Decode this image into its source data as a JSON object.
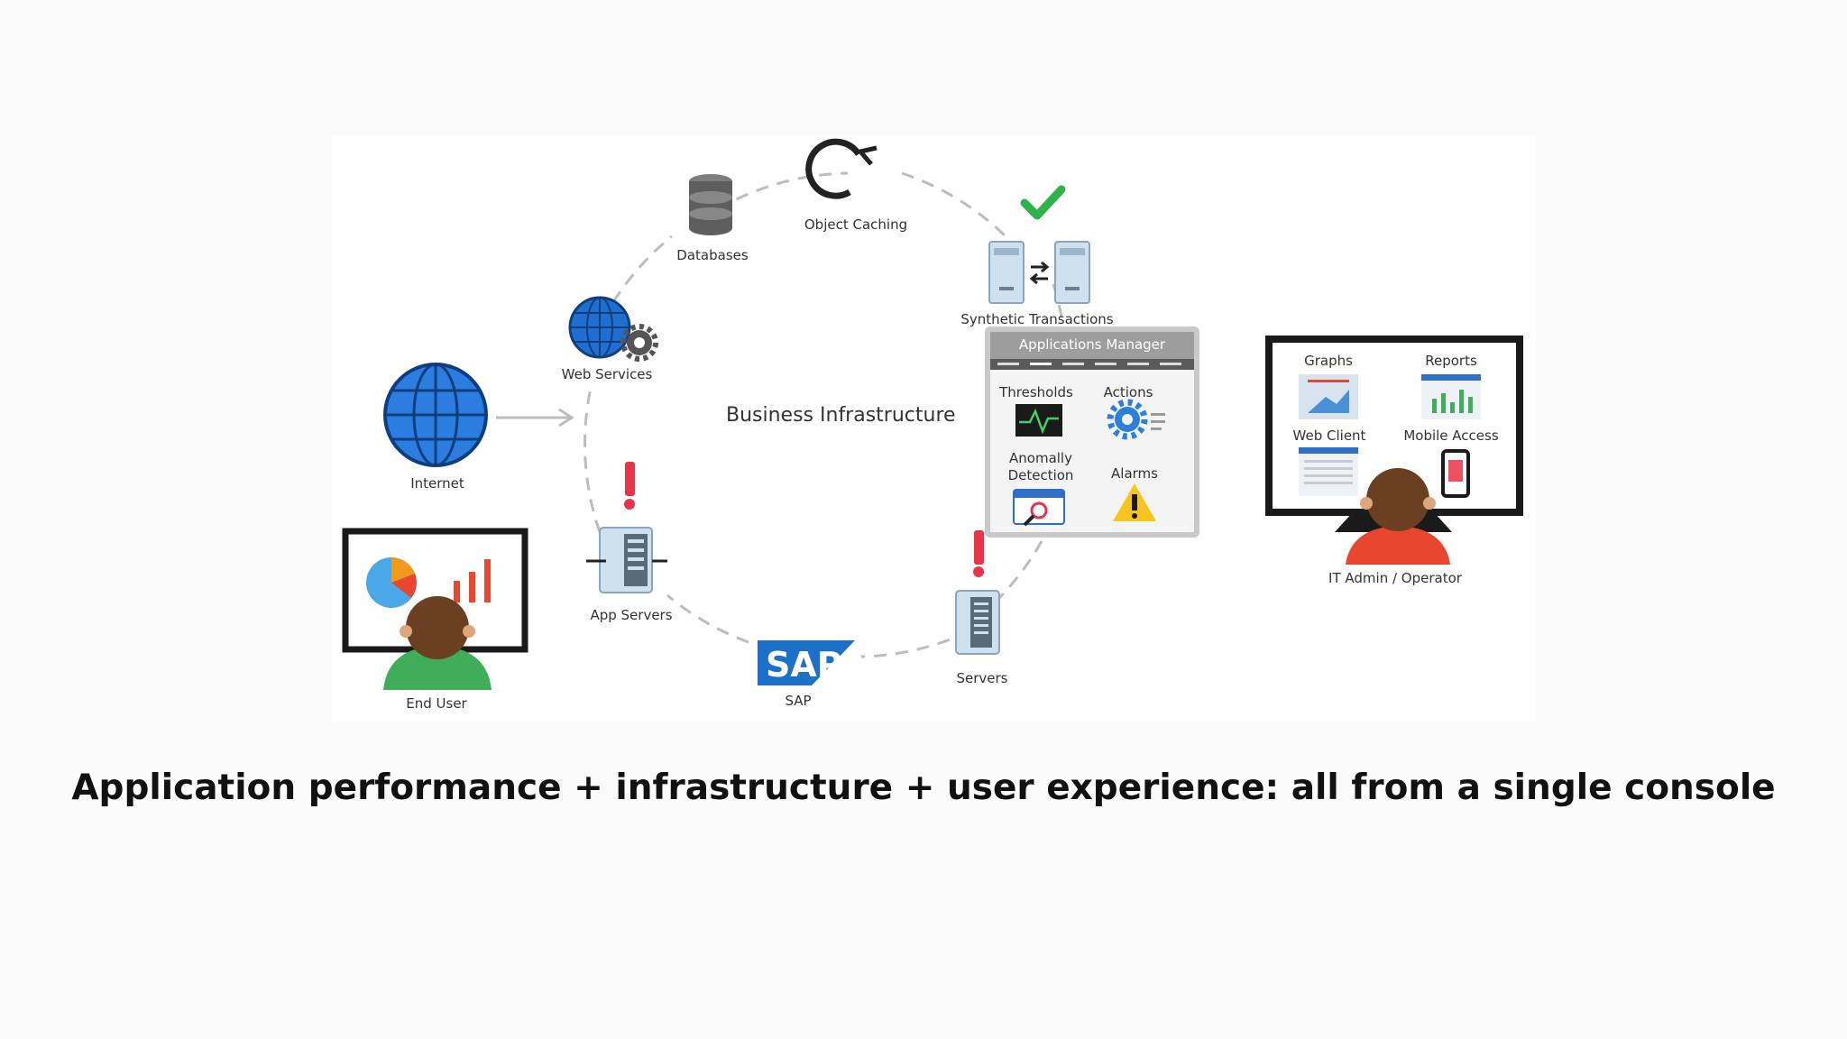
{
  "diagram": {
    "center_label": "Business Infrastructure",
    "nodes": {
      "databases": "Databases",
      "object_caching": "Object Caching",
      "synthetic_transactions": "Synthetic Transactions",
      "web_services": "Web Services",
      "internet": "Internet",
      "app_servers": "App Servers",
      "sap": "SAP",
      "sap_logo": "SAP",
      "servers": "Servers",
      "end_user": "End User",
      "it_admin": "IT Admin / Operator"
    },
    "applications_manager": {
      "title": "Applications Manager",
      "thresholds": "Thresholds",
      "actions": "Actions",
      "anomaly_line1": "Anomally",
      "anomaly_line2": "Detection",
      "alarms": "Alarms"
    },
    "admin_screen": {
      "graphs": "Graphs",
      "reports": "Reports",
      "web_client": "Web Client",
      "mobile_access": "Mobile Access"
    },
    "colors": {
      "globe_blue": "#1f6fd1",
      "alert_red": "#e8334a",
      "check_green": "#2eb34a",
      "warning_yellow": "#f7c51e",
      "shirt_green": "#3fad5a",
      "shirt_red": "#e8462f",
      "hair_brown": "#6b3f22"
    }
  },
  "caption": "Application performance + infrastructure + user experience:  all from a single console"
}
